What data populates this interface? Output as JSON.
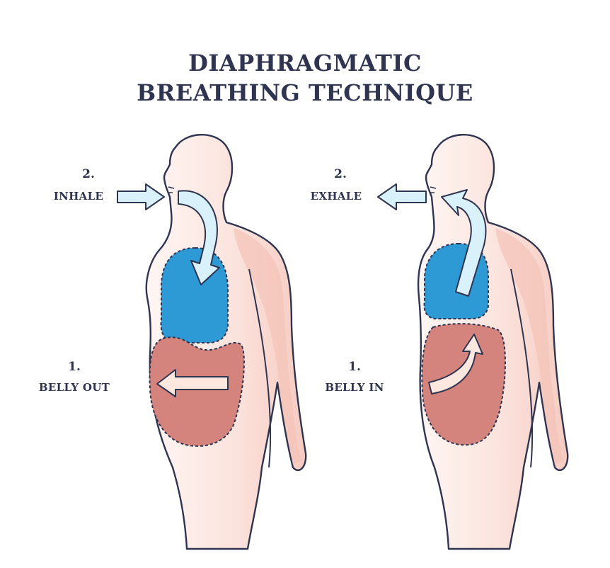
{
  "title": {
    "line1": "DIAPHRAGMATIC",
    "line2": "BREATHING TECHNIQUE"
  },
  "left_panel": {
    "top_step": {
      "number": "2.",
      "label": "INHALE"
    },
    "bottom_step": {
      "number": "1.",
      "label": "BELLY OUT"
    }
  },
  "right_panel": {
    "top_step": {
      "number": "2.",
      "label": "EXHALE"
    },
    "bottom_step": {
      "number": "1.",
      "label": "BELLY IN"
    }
  },
  "colors": {
    "outline": "#2f3450",
    "skin": "#fbe3dd",
    "skin_shade": "#f4c3b8",
    "lungs": "#2d9ad6",
    "belly": "#d4847c",
    "arrow_fill": "#d8f1fb",
    "belly_arrow_fill": "#fde7df"
  }
}
